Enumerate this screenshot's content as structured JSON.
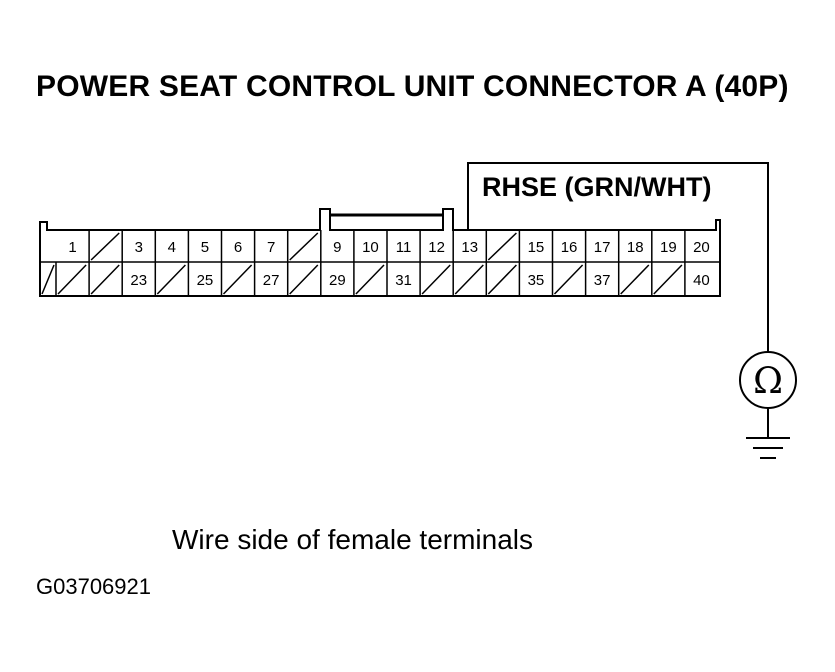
{
  "title": "POWER SEAT CONTROL UNIT CONNECTOR A (40P)",
  "wire_label": "RHSE (GRN/WHT)",
  "meter_symbol": "Ω",
  "caption": "Wire side of female terminals",
  "figure_id": "G03706921",
  "connector": {
    "top_row": [
      "1",
      "",
      "3",
      "4",
      "5",
      "6",
      "7",
      "",
      "9",
      "10",
      "11",
      "12",
      "13",
      "",
      "15",
      "16",
      "17",
      "18",
      "19",
      "20"
    ],
    "bottom_row": [
      "",
      "",
      "23",
      "",
      "25",
      "",
      "27",
      "",
      "29",
      "",
      "31",
      "",
      "",
      "",
      "35",
      "",
      "37",
      "",
      "",
      "40"
    ],
    "probed_terminal": "13"
  },
  "icons": [
    "ohmmeter-icon",
    "ground-icon"
  ]
}
